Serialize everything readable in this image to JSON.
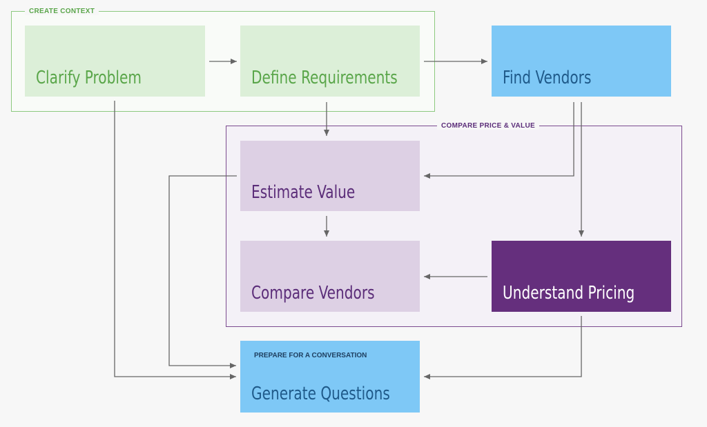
{
  "groups": {
    "context_label": "CREATE CONTEXT",
    "compare_label": "COMPARE PRICE & VALUE"
  },
  "boxes": {
    "clarify": "Clarify Problem",
    "define": "Define Requirements",
    "find": "Find Vendors",
    "estimate": "Estimate Value",
    "compare": "Compare Vendors",
    "pricing": "Understand Pricing",
    "generate": "Generate Questions",
    "generate_subtitle": "PREPARE FOR A CONVERSATION"
  },
  "colors": {
    "green_fill": "#dcefd8",
    "green_text": "#5aa64a",
    "blue_fill": "#7ec8f6",
    "blue_text": "#1f5a8a",
    "lilac_fill": "#ddd0e4",
    "purple_fill": "#652f7d",
    "purple_text": "#5b2d79",
    "arrow": "#666666"
  }
}
